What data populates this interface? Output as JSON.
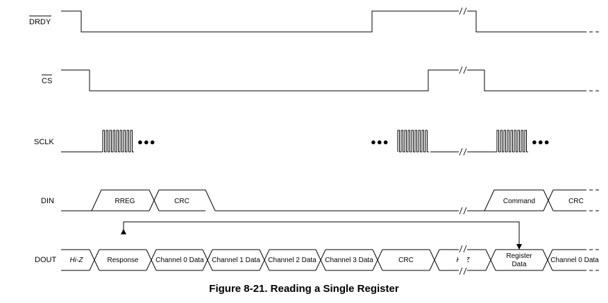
{
  "caption": "Figure 8-21. Reading a Single Register",
  "signals": {
    "drdy": "DRDY",
    "cs": "CS",
    "sclk": "SCLK",
    "din": "DIN",
    "dout": "DOUT"
  },
  "din_cells": [
    "RREG",
    "CRC",
    "Command",
    "CRC"
  ],
  "dout_cells": [
    "Hi-Z",
    "Response",
    "Channel 0 Data",
    "Channel 1 Data",
    "Channel 2 Data",
    "Channel 3 Data",
    "CRC",
    "Hi-Z",
    "Register",
    "Data",
    "Channel 0 Data"
  ],
  "clock_ellipsis": "●●●"
}
